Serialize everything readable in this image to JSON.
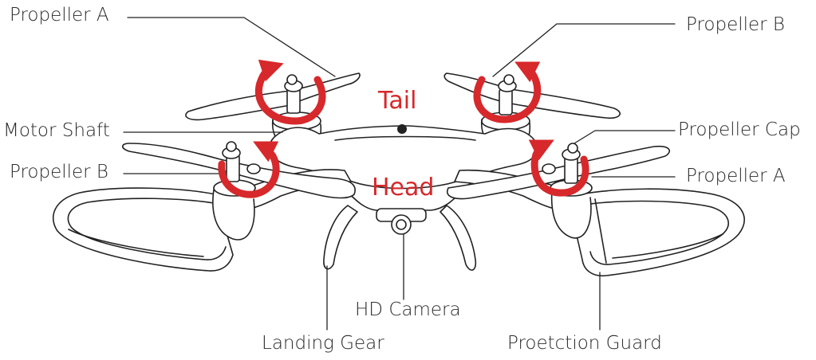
{
  "labels": {
    "propeller_a_top": "Propeller A",
    "propeller_b_top": "Propeller B",
    "motor_shaft": "Motor Shaft",
    "propeller_cap": "Propeller Cap",
    "propeller_b_left": "Propeller B",
    "propeller_a_right": "Propeller A",
    "hd_camera": "HD Camera",
    "landing_gear": "Landing Gear",
    "protection_guard": "Proetction Guard"
  },
  "direction": {
    "tail": "Tail",
    "head": "Head"
  },
  "colors": {
    "arrow": "#d7282b",
    "line": "#222222",
    "text": "#2a2a2a"
  }
}
